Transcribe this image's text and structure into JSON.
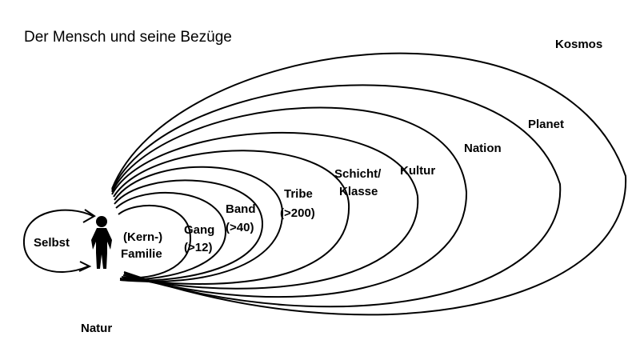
{
  "title": "Der Mensch und seine Bezüge",
  "rings": {
    "familie_line1": "(Kern-)",
    "familie_line2": "Familie",
    "gang_line1": "Gang",
    "gang_line2": "(>12)",
    "band_line1": "Band",
    "band_line2": "(>40)",
    "tribe_line1": "Tribe",
    "tribe_line2": "(>200)",
    "schicht_line1": "Schicht/",
    "schicht_line2": "Klasse",
    "kultur": "Kultur",
    "nation": "Nation",
    "planet": "Planet",
    "kosmos": "Kosmos"
  },
  "selbst": "Selbst",
  "natur": "Natur",
  "colors": {
    "stroke": "#000000",
    "text": "#000000",
    "background": "#ffffff"
  }
}
